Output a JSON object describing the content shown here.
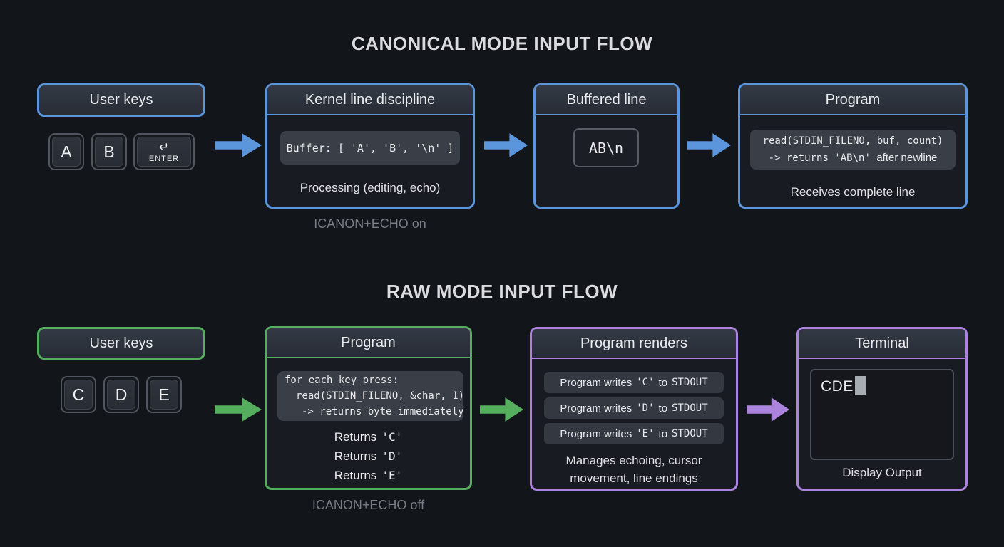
{
  "colors": {
    "blue": "#5b95dc",
    "green": "#54ae5e",
    "purple": "#ac84de"
  },
  "canonical": {
    "title": "CANONICAL MODE INPUT FLOW",
    "caption": "ICANON+ECHO on",
    "user_keys": {
      "title": "User keys",
      "key_a": "A",
      "key_b": "B",
      "enter_symbol": "↵",
      "enter_label": "ENTER"
    },
    "kernel": {
      "title": "Kernel line discipline",
      "buffer_code": "Buffer: [ 'A', 'B', '\\n' ]",
      "note": "Processing (editing, echo)"
    },
    "buffered": {
      "title": "Buffered line",
      "value": "AB\\n"
    },
    "program": {
      "title": "Program",
      "code_line1": "read(STDIN_FILENO, buf, count)",
      "code_line2_mono": "-> returns 'AB\\n'",
      "code_line2_plain": "after newline",
      "note": "Receives complete line"
    }
  },
  "raw": {
    "title": "RAW MODE INPUT FLOW",
    "caption": "ICANON+ECHO off",
    "user_keys": {
      "title": "User keys",
      "key_c": "C",
      "key_d": "D",
      "key_e": "E"
    },
    "program": {
      "title": "Program",
      "code_line1": "for each key press:",
      "code_line2": "read(STDIN_FILENO, &char, 1)",
      "code_line3": "-> returns byte immediately",
      "returns": [
        {
          "pre": "Returns",
          "ch": "'C'"
        },
        {
          "pre": "Returns",
          "ch": "'D'"
        },
        {
          "pre": "Returns",
          "ch": "'E'"
        }
      ]
    },
    "renders": {
      "title": "Program renders",
      "writes": [
        {
          "pre": "Program writes",
          "ch": "'C'",
          "mid": "to",
          "post": "STDOUT"
        },
        {
          "pre": "Program writes",
          "ch": "'D'",
          "mid": "to",
          "post": "STDOUT"
        },
        {
          "pre": "Program writes",
          "ch": "'E'",
          "mid": "to",
          "post": "STDOUT"
        }
      ],
      "note_line1": "Manages echoing, cursor",
      "note_line2": "movement, line endings"
    },
    "terminal": {
      "title": "Terminal",
      "screen_text": "CDE",
      "note": "Display Output"
    }
  }
}
